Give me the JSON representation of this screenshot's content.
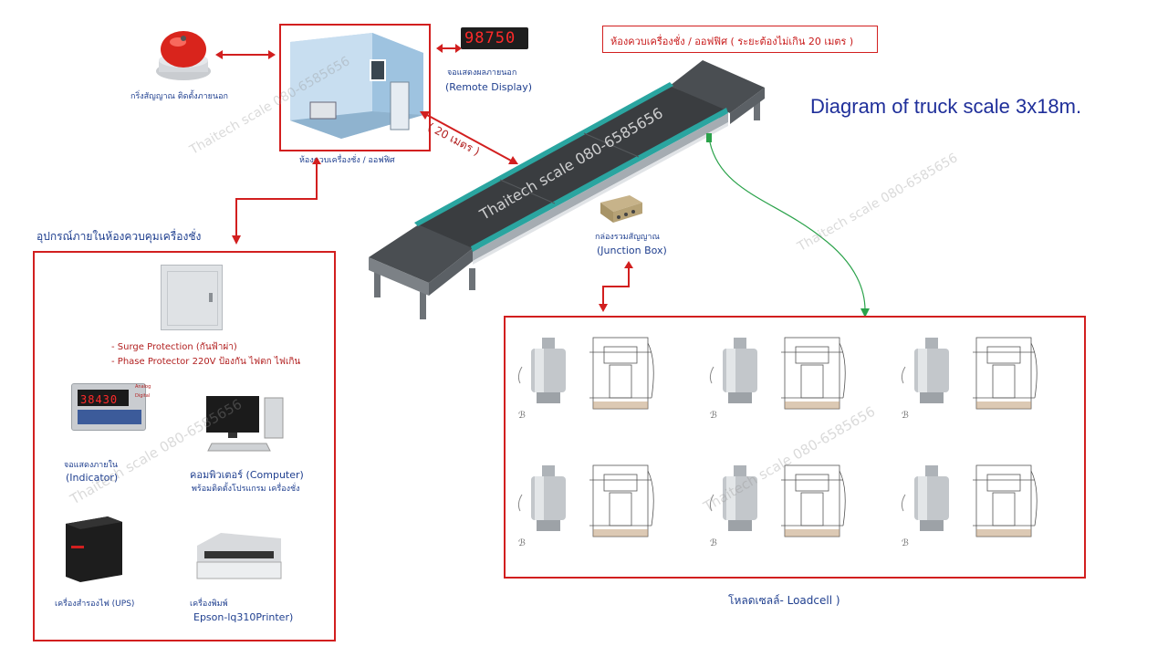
{
  "title": "Diagram of truck scale 3x18m.",
  "alarm_label": "กริ่งสัญญาณ ติดตั้งภายนอก",
  "control_room_label": "ห้องควบเครื่องชั่ง / ออฟฟิศ",
  "remote_display": {
    "value": "98750",
    "label_th": "จอแสดงผลภายนอก",
    "label_en": "(Remote Display)"
  },
  "top_callout": "ห้องควบเครื่องชั่ง / ออฟฟิศ ( ระยะต้องไม่เกิน 20 เมตร )",
  "distance_label": "( 20 เมตร )",
  "junction_box": {
    "label_th": "กล่องรวมสัญญาณ",
    "label_en": "(Junction Box)"
  },
  "equipment_heading": "อุปกรณ์ภายในห้องควบคุมเครื่องชั่ง",
  "surge_lines": [
    "-  Surge Protection (กันฟ้าผ่า)",
    "-  Phase Protector 220V ป้องกัน ไฟตก ไฟเกิน"
  ],
  "indicator": {
    "value": "38430",
    "label_th": "จอแสดงภายใน",
    "label_en": "(Indicator)",
    "tag_analog": "Analog",
    "tag_digital": "Digital"
  },
  "computer": {
    "label_line1": "คอมพิวเตอร์ (Computer)",
    "label_line2": "พร้อมติดตั้งโปรแกรม เครื่องชั่ง"
  },
  "ups": {
    "label": "เครื่องสำรองไฟ (UPS)"
  },
  "printer": {
    "label_line1": "เครื่องพิมพ์",
    "label_line2": "Epson-lq310Printer)"
  },
  "loadcell_caption": "โหลดเซลล์- Loadcell )",
  "loadcell_count": 6,
  "watermark": "Thaitech scale 080-6585656",
  "colors": {
    "border_red": "#d21f1f",
    "label_blue": "#1f3f8f",
    "title_blue": "#1f2f9a",
    "deck_dark": "#3a3d40",
    "rail_teal": "#2aa5a0",
    "green_cable": "#2aa24a"
  }
}
